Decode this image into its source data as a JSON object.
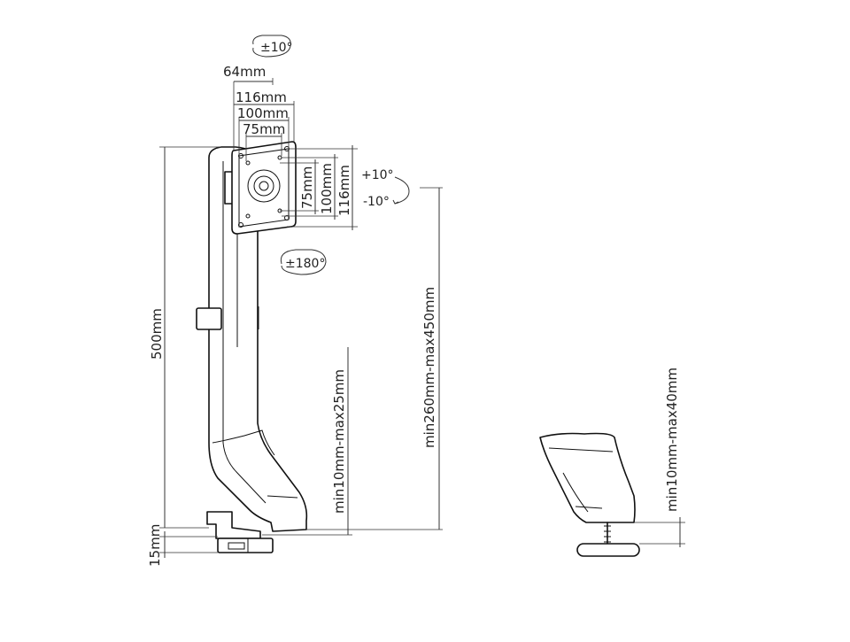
{
  "diagram": {
    "rotation": {
      "tilt_top": "±10°",
      "swivel": "±180°",
      "tilt_up": "+10°",
      "tilt_down": "-10°"
    },
    "vesa_width": {
      "offset": "64mm",
      "w116": "116mm",
      "w100": "100mm",
      "w75": "75mm"
    },
    "vesa_height": {
      "h75": "75mm",
      "h100": "100mm",
      "h116": "116mm"
    },
    "pole": {
      "height": "500mm",
      "base_thickness": "15mm"
    },
    "ranges": {
      "height_adjust": "min260mm-max450mm",
      "clamp_desk": "min10mm-max25mm",
      "grommet_desk": "min10mm-max40mm"
    }
  }
}
